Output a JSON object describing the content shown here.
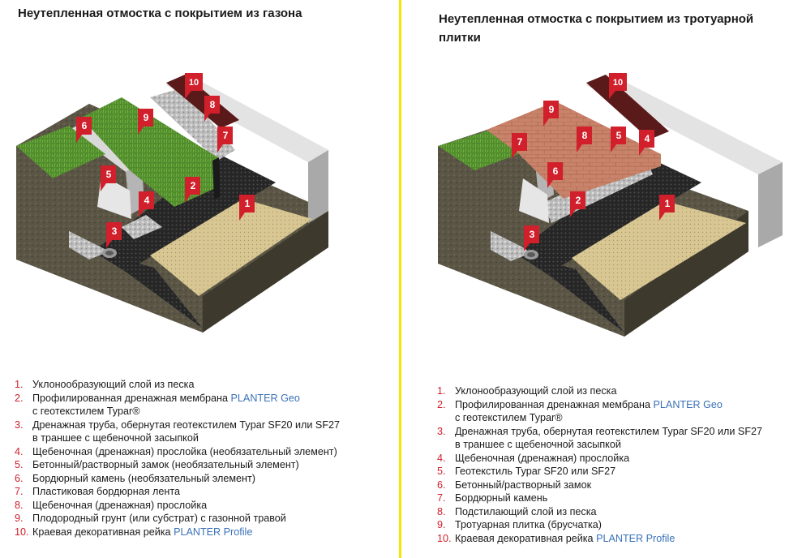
{
  "left": {
    "title": "Неутепленная отмостка с покрытием из газона",
    "markers": [
      "1",
      "2",
      "3",
      "4",
      "5",
      "6",
      "7",
      "8",
      "9",
      "10"
    ],
    "legend": [
      {
        "num": "1.",
        "text": "Уклонообразующий слой из песка",
        "brand": "",
        "extra": ""
      },
      {
        "num": "2.",
        "text": "Профилированная дренажная мембрана ",
        "brand": "PLANTER Geo",
        "extra": "с геотекстилем Typar®"
      },
      {
        "num": "3.",
        "text": "Дренажная труба, обернутая геотекстилем Typar SF20 или SF27",
        "brand": "",
        "extra": "в траншее с щебеночной засыпкой"
      },
      {
        "num": "4.",
        "text": "Щебеночная (дренажная) прослойка (необязательный элемент)",
        "brand": "",
        "extra": ""
      },
      {
        "num": "5.",
        "text": "Бетонный/растворный замок (необязательный элемент)",
        "brand": "",
        "extra": ""
      },
      {
        "num": "6.",
        "text": "Бордюрный камень (необязательный элемент)",
        "brand": "",
        "extra": ""
      },
      {
        "num": "7.",
        "text": "Пластиковая бордюрная лента",
        "brand": "",
        "extra": ""
      },
      {
        "num": "8.",
        "text": "Щебеночная (дренажная) прослойка",
        "brand": "",
        "extra": ""
      },
      {
        "num": "9.",
        "text": "Плодородный грунт (или субстрат) с газонной травой",
        "brand": "",
        "extra": ""
      },
      {
        "num": "10.",
        "text": "Краевая декоративная рейка ",
        "brand": "PLANTER Profile",
        "extra": ""
      }
    ]
  },
  "right": {
    "title": "Неутепленная отмостка с покрытием из тротуарной плитки",
    "markers": [
      "1",
      "2",
      "3",
      "4",
      "5",
      "6",
      "7",
      "8",
      "9",
      "10"
    ],
    "legend": [
      {
        "num": "1.",
        "text": "Уклонообразующий слой из песка",
        "brand": "",
        "extra": ""
      },
      {
        "num": "2.",
        "text": "Профилированная дренажная мембрана ",
        "brand": "PLANTER Geo",
        "extra": "с геотекстилем Typar®"
      },
      {
        "num": "3.",
        "text": "Дренажная труба, обернутая геотекстилем Typar SF20 или SF27",
        "brand": "",
        "extra": "в траншее с щебеночной засыпкой"
      },
      {
        "num": "4.",
        "text": "Щебеночная (дренажная) прослойка",
        "brand": "",
        "extra": ""
      },
      {
        "num": "5.",
        "text": "Геотекстиль Typar SF20 или SF27",
        "brand": "",
        "extra": ""
      },
      {
        "num": "6.",
        "text": "Бетонный/растворный замок",
        "brand": "",
        "extra": ""
      },
      {
        "num": "7.",
        "text": "Бордюрный камень",
        "brand": "",
        "extra": ""
      },
      {
        "num": "8.",
        "text": "Подстилающий слой из песка",
        "brand": "",
        "extra": ""
      },
      {
        "num": "9.",
        "text": "Тротуарная плитка (брусчатка)",
        "brand": "",
        "extra": ""
      },
      {
        "num": "10.",
        "text": "Краевая декоративная рейка ",
        "brand": "PLANTER Profile",
        "extra": ""
      }
    ]
  },
  "colors": {
    "divider": "#f5e600",
    "marker": "#d1202b",
    "brand_link": "#3a72b8",
    "sand": "#d8c793",
    "soil": "#55503f",
    "grass": "#4f8b2c",
    "concrete": "#cfcfcf",
    "membrane": "#2a2a2a",
    "gravel": "#bdbdbd",
    "paving": "#c9836a",
    "rail": "#5a1a1a"
  }
}
